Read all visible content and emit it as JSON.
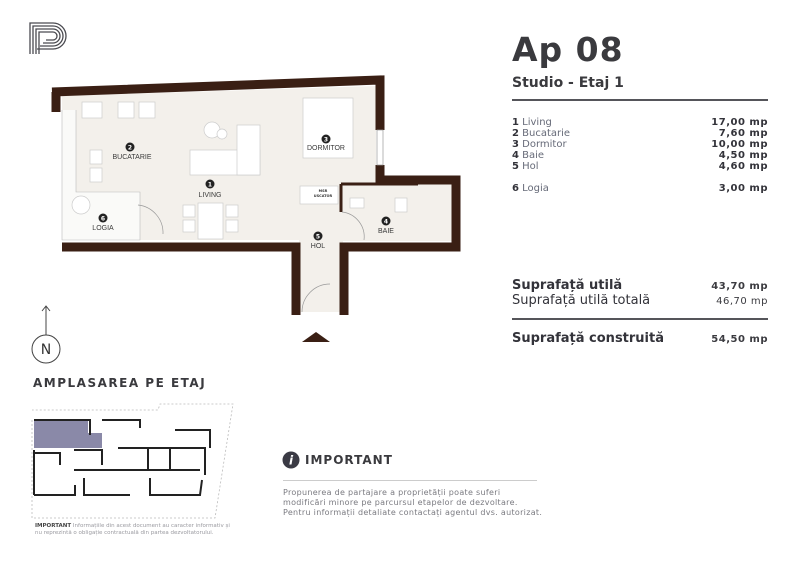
{
  "apartment": {
    "title": "Ap 08",
    "subtitle": "Studio - Etaj 1"
  },
  "rooms": [
    {
      "num": "1",
      "name": "Living",
      "area": "17,00 mp"
    },
    {
      "num": "2",
      "name": "Bucatarie",
      "area": "7,60 mp"
    },
    {
      "num": "3",
      "name": "Dormitor",
      "area": "10,00 mp"
    },
    {
      "num": "4",
      "name": "Baie",
      "area": "4,50 mp"
    },
    {
      "num": "5",
      "name": "Hol",
      "area": "4,60 mp"
    },
    {
      "num": "6",
      "name": "Logia",
      "area": "3,00 mp"
    }
  ],
  "summary": {
    "utila_label": "Suprafață utilă",
    "utila_value": "43,70 mp",
    "totala_label": "Suprafață utilă totală",
    "totala_value": "46,70 mp",
    "construita_label": "Suprafață construită",
    "construita_value": "54,50 mp"
  },
  "plan_labels": {
    "living": "LIVING",
    "bucatarie": "BUCATARIE",
    "dormitor": "DORMITOR",
    "baie": "BAIE",
    "hol": "HOL",
    "logia": "LOGIA",
    "n1": "1",
    "n2": "2",
    "n3": "3",
    "n4": "4",
    "n5": "5",
    "n6": "6",
    "appliance_1": "MSR",
    "appliance_2": "USCATOR"
  },
  "compass": {
    "letter": "N"
  },
  "location": {
    "title": "AMPLASAREA PE ETAJ",
    "highlight_color": "#8a89a8"
  },
  "important": {
    "title": "IMPORTANT",
    "text": "Propunerea de partajare a proprietății poate suferi modificări minore pe parcursul etapelor de dezvoltare. Pentru informații detaliate contactați agentul dvs. autorizat."
  },
  "note": {
    "label": "IMPORTANT",
    "text": "Informațiile din acest document au caracter informativ și nu reprezintă o obligație contractuală din partea dezvoltatorului."
  },
  "colors": {
    "wall": "#3a1f14",
    "floor": "#f3f0eb",
    "text": "#3a3a3e"
  }
}
